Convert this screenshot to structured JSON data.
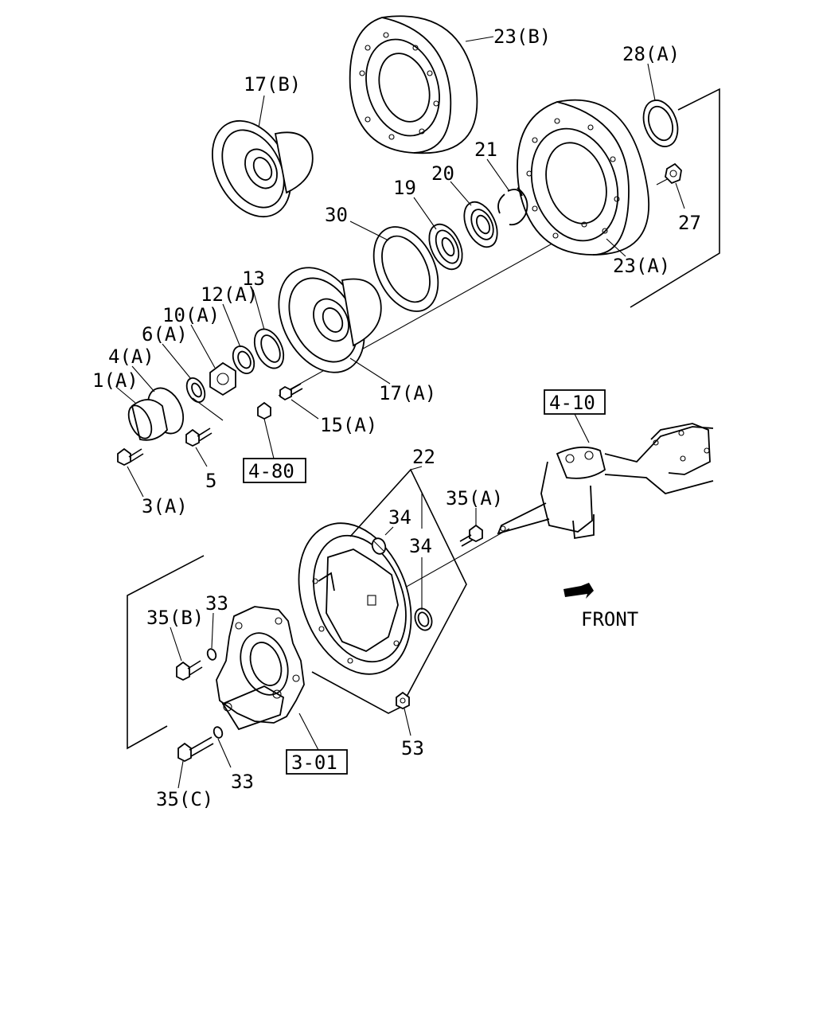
{
  "labels": {
    "l_23B": "23(B)",
    "l_28A": "28(A)",
    "l_17B": "17(B)",
    "l_21": "21",
    "l_20": "20",
    "l_19": "19",
    "l_30": "30",
    "l_27": "27",
    "l_23A": "23(A)",
    "l_13": "13",
    "l_12A": "12(A)",
    "l_10A": "10(A)",
    "l_6A": "6(A)",
    "l_4A": "4(A)",
    "l_1A": "1(A)",
    "l_17A": "17(A)",
    "l_15A": "15(A)",
    "l_5": "5",
    "l_3A": "3(A)",
    "l_22": "22",
    "l_35A": "35(A)",
    "l_34a": "34",
    "l_34b": "34",
    "l_33a": "33",
    "l_35B": "35(B)",
    "l_53": "53",
    "l_33b": "33",
    "l_35C": "35(C)",
    "front": "FRONT"
  },
  "refs": {
    "r_410": "4-10",
    "r_480": "4-80",
    "r_301": "3-01"
  }
}
